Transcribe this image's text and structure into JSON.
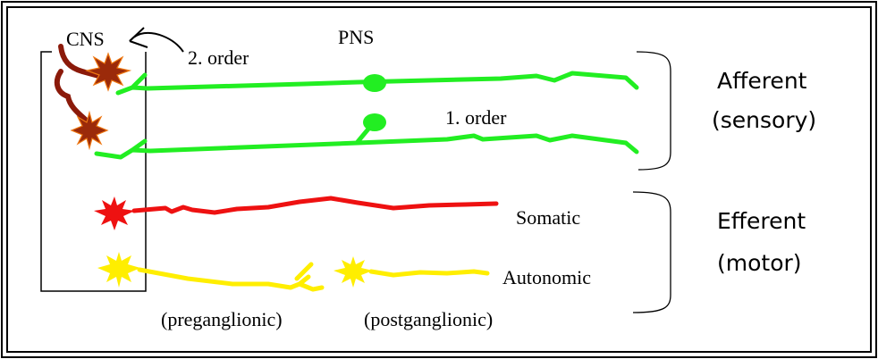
{
  "labels": {
    "cns": "CNS",
    "order_2": "2. order",
    "pns": "PNS",
    "order_1": "1. order",
    "somatic": "Somatic",
    "autonomic": "Autonomic",
    "preganglionic": "(preganglionic)",
    "postganglionic": "(postganglionic)",
    "afferent": "Afferent",
    "sensory": "(sensory)",
    "efferent": "Efferent",
    "motor": "(motor)"
  },
  "colors": {
    "afferent_neuron": "#22ee22",
    "cns_neuron": "#8b1a0a",
    "somatic_neuron": "#ee1111",
    "autonomic_neuron": "#ffee00"
  }
}
